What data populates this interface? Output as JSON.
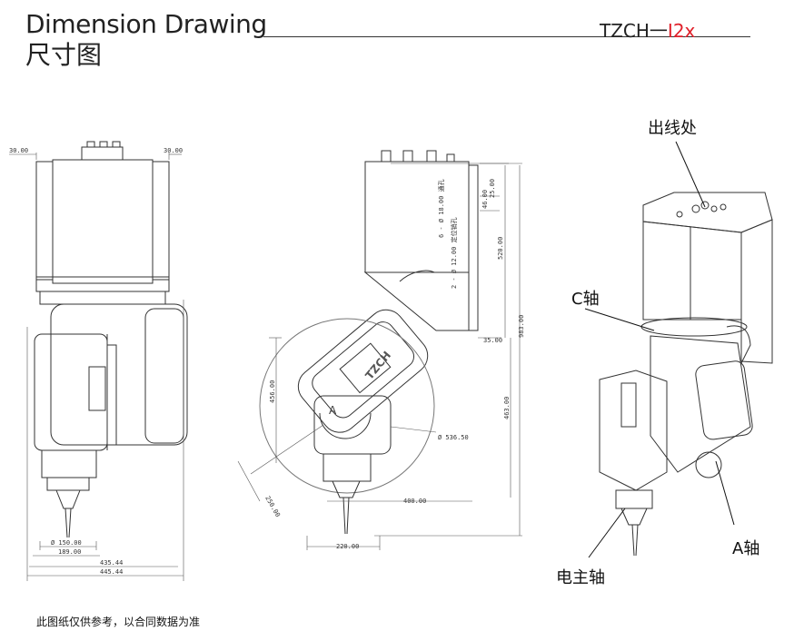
{
  "header": {
    "title_en": "Dimension Drawing",
    "title_cn": "尺寸图",
    "model_prefix": "TZCH一",
    "model_suffix": "I2x",
    "accent_color": "#e0202a"
  },
  "front_view": {
    "dims": {
      "left_30": "30.00",
      "right_30": "30.00",
      "d150": "Ø 150.00",
      "w189": "189.00",
      "w435": "435.44",
      "w445": "445.44"
    }
  },
  "side_view": {
    "dims": {
      "holes1": "6 - Ø 18.00 通孔",
      "holes2": "2 - Ø 12.00 定位销孔",
      "h25": "25.00",
      "h46": "46.00",
      "h520": "520.00",
      "h983": "983.00",
      "h35": "35.00",
      "h456": "456.00",
      "h463": "463.00",
      "d536": "Ø 536.50",
      "r250": "250.00",
      "w400": "400.00",
      "w220": "220.00"
    },
    "logo_text": "TZCH",
    "a_axis_mark": "A"
  },
  "callouts": {
    "cable_outlet": "出线处",
    "c_axis": "C轴",
    "a_axis": "A轴",
    "spindle": "电主轴"
  },
  "footer": {
    "note": "此图纸仅供参考，以合同数据为准"
  }
}
